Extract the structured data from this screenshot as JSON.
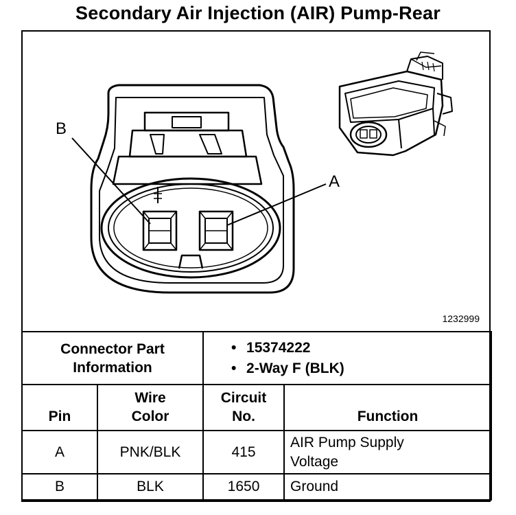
{
  "title": "Secondary Air Injection (AIR) Pump-Rear",
  "figure_number": "1232999",
  "pin_labels": {
    "a": "A",
    "b": "B"
  },
  "connector_info": {
    "label": "Connector Part Information",
    "items": [
      "15374222",
      "2-Way F (BLK)"
    ]
  },
  "table": {
    "headers": {
      "pin": "Pin",
      "wire_color": "Wire Color",
      "circuit_no": "Circuit No.",
      "function": "Function"
    },
    "rows": [
      {
        "pin": "A",
        "wire_color": "PNK/BLK",
        "circuit_no": "415",
        "function": "AIR Pump Supply Voltage"
      },
      {
        "pin": "B",
        "wire_color": "BLK",
        "circuit_no": "1650",
        "function": "Ground"
      }
    ]
  }
}
